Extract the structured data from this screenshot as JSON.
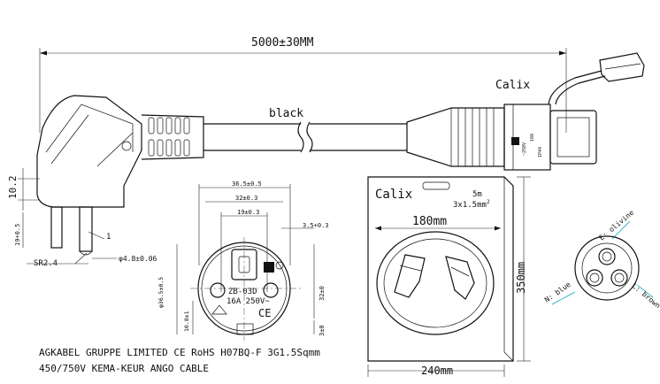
{
  "overall_length": "5000±30MM",
  "brand": "Calix",
  "cable_color": "black",
  "plug_dims": {
    "d1": "10.2",
    "d2": "19+0.5",
    "d3": "1",
    "sr": "SR2.4",
    "pin_dia": "φ4.8±0.06"
  },
  "face_dims": {
    "w1": "36.5±0.5",
    "w2": "32±0.3",
    "w3": "19±0.3",
    "w4": "3.5+0.3",
    "h1": "φ36.5±0.5",
    "h2": "32±0",
    "h3": "10.8±1",
    "h4": "3±0"
  },
  "plug_marks": {
    "model": "ZB-03D",
    "rating": "16A 250V~",
    "ce": "CE"
  },
  "package": {
    "brand": "Calix",
    "length": "5m",
    "spec": "3x1.5mm",
    "spec_sup": "2",
    "width_top": "180mm",
    "width_bottom": "240mm",
    "height": "350mm"
  },
  "wires": {
    "earth": "E: olivine",
    "neutral": "N: blue",
    "live": "L: brown"
  },
  "connector_marks": {
    "m1": "~250V",
    "m2": "10A",
    "m3": "IP44"
  },
  "spec_text": {
    "line1": "AGKABEL GRUPPE LIMITED CE RoHS H07BQ-F 3G1.5Sqmm",
    "line2": "450/750V KEMA-KEUR ANGO CABLE"
  },
  "colors": {
    "ink": "#111111",
    "wire_accent": "#37b8c8"
  }
}
